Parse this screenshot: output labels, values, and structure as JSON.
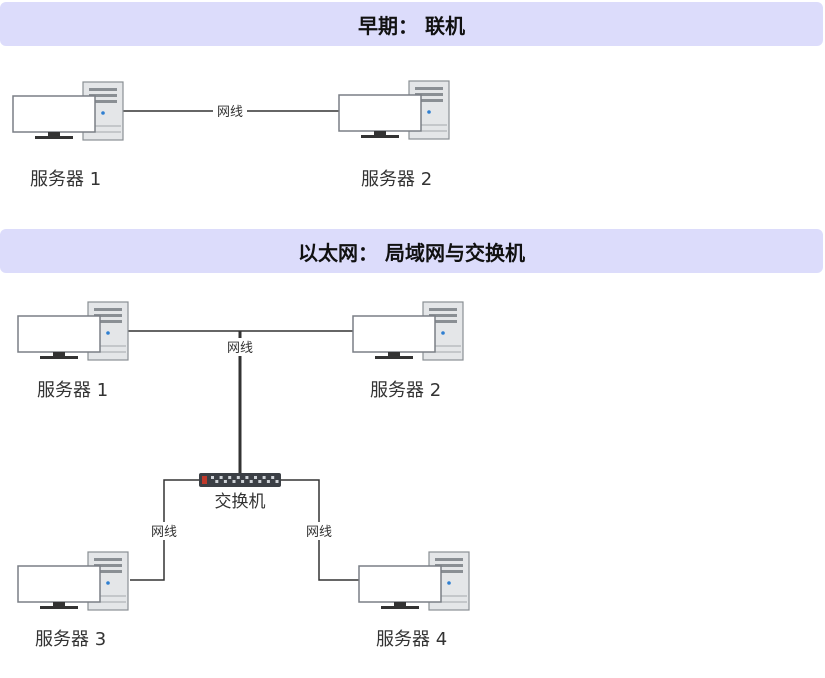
{
  "colors": {
    "banner_bg": "#dcdcfb",
    "line": "#333333",
    "monitor_border": "#7a7f85",
    "tower_body": "#e4e6e8",
    "tower_border": "#8a8f94",
    "led": "#2f7fd1",
    "switch_body": "#3b3f45",
    "switch_port": "#cfd3d8",
    "switch_accent": "#c0392b"
  },
  "sections": {
    "early": {
      "title": "早期： 联机"
    },
    "ethernet": {
      "title": "以太网： 局域网与交换机"
    }
  },
  "early": {
    "servers": [
      "服务器 1",
      "服务器 2"
    ],
    "cable": "网线"
  },
  "ethernet": {
    "servers": [
      "服务器 1",
      "服务器 2",
      "服务器 3",
      "服务器 4"
    ],
    "cables": [
      "网线",
      "网线",
      "网线"
    ],
    "switch": "交换机"
  },
  "icons": {
    "server": "desktop-server-icon",
    "switch": "network-switch-icon"
  }
}
